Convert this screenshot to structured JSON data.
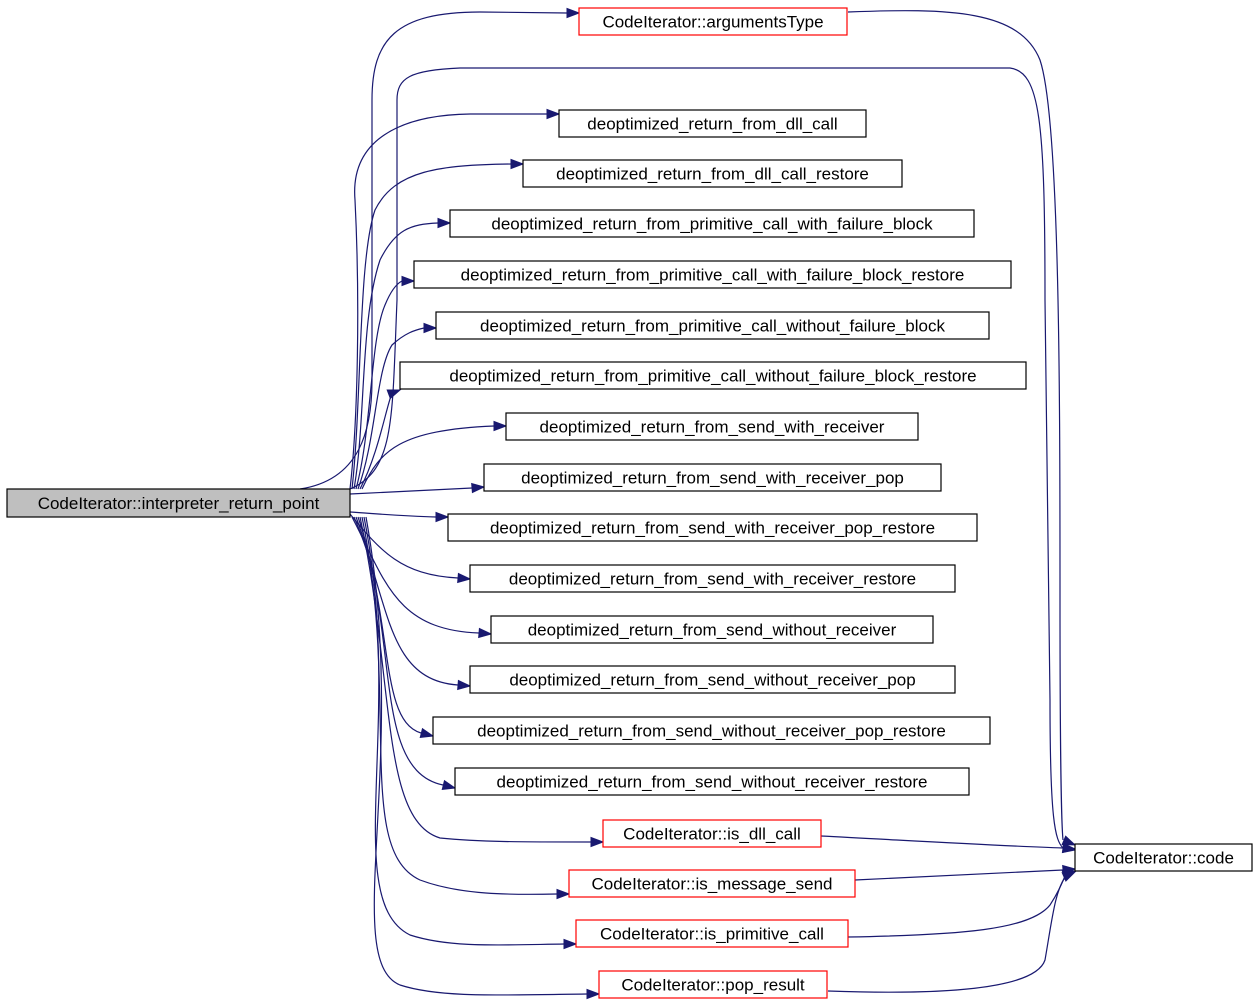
{
  "colors": {
    "edge": "#191970",
    "root_fill": "#bfbfbf",
    "red_border": "#ff0000",
    "black_border": "#000000",
    "background": "#ffffff"
  },
  "root": {
    "label": "CodeIterator::interpreter_return_point",
    "style": "root"
  },
  "callees": [
    {
      "id": "n0",
      "label": "CodeIterator::argumentsType",
      "style": "red"
    },
    {
      "id": "n1",
      "label": "deoptimized_return_from_dll_call",
      "style": "black"
    },
    {
      "id": "n2",
      "label": "deoptimized_return_from_dll_call_restore",
      "style": "black"
    },
    {
      "id": "n3",
      "label": "deoptimized_return_from_primitive_call_with_failure_block",
      "style": "black"
    },
    {
      "id": "n4",
      "label": "deoptimized_return_from_primitive_call_with_failure_block_restore",
      "style": "black"
    },
    {
      "id": "n5",
      "label": "deoptimized_return_from_primitive_call_without_failure_block",
      "style": "black"
    },
    {
      "id": "n6",
      "label": "deoptimized_return_from_primitive_call_without_failure_block_restore",
      "style": "black"
    },
    {
      "id": "n7",
      "label": "deoptimized_return_from_send_with_receiver",
      "style": "black"
    },
    {
      "id": "n8",
      "label": "deoptimized_return_from_send_with_receiver_pop",
      "style": "black"
    },
    {
      "id": "n9",
      "label": "deoptimized_return_from_send_with_receiver_pop_restore",
      "style": "black"
    },
    {
      "id": "n10",
      "label": "deoptimized_return_from_send_with_receiver_restore",
      "style": "black"
    },
    {
      "id": "n11",
      "label": "deoptimized_return_from_send_without_receiver",
      "style": "black"
    },
    {
      "id": "n12",
      "label": "deoptimized_return_from_send_without_receiver_pop",
      "style": "black"
    },
    {
      "id": "n13",
      "label": "deoptimized_return_from_send_without_receiver_pop_restore",
      "style": "black"
    },
    {
      "id": "n14",
      "label": "deoptimized_return_from_send_without_receiver_restore",
      "style": "black"
    },
    {
      "id": "n15",
      "label": "CodeIterator::is_dll_call",
      "style": "red"
    },
    {
      "id": "n16",
      "label": "CodeIterator::is_message_send",
      "style": "red"
    },
    {
      "id": "n17",
      "label": "CodeIterator::is_primitive_call",
      "style": "red"
    },
    {
      "id": "n18",
      "label": "CodeIterator::pop_result",
      "style": "red"
    }
  ],
  "sink": {
    "id": "code",
    "label": "CodeIterator::code",
    "style": "black"
  },
  "edges": [
    {
      "from": "root",
      "to": "n0"
    },
    {
      "from": "root",
      "to": "n1"
    },
    {
      "from": "root",
      "to": "n2"
    },
    {
      "from": "root",
      "to": "n3"
    },
    {
      "from": "root",
      "to": "n4"
    },
    {
      "from": "root",
      "to": "n5"
    },
    {
      "from": "root",
      "to": "n6"
    },
    {
      "from": "root",
      "to": "n7"
    },
    {
      "from": "root",
      "to": "n8"
    },
    {
      "from": "root",
      "to": "n9"
    },
    {
      "from": "root",
      "to": "n10"
    },
    {
      "from": "root",
      "to": "n11"
    },
    {
      "from": "root",
      "to": "n12"
    },
    {
      "from": "root",
      "to": "n13"
    },
    {
      "from": "root",
      "to": "n14"
    },
    {
      "from": "root",
      "to": "n15"
    },
    {
      "from": "root",
      "to": "n16"
    },
    {
      "from": "root",
      "to": "n17"
    },
    {
      "from": "root",
      "to": "n18"
    },
    {
      "from": "root",
      "to": "code"
    },
    {
      "from": "n0",
      "to": "code"
    },
    {
      "from": "n15",
      "to": "code"
    },
    {
      "from": "n16",
      "to": "code"
    },
    {
      "from": "n17",
      "to": "code"
    },
    {
      "from": "n18",
      "to": "code"
    }
  ]
}
